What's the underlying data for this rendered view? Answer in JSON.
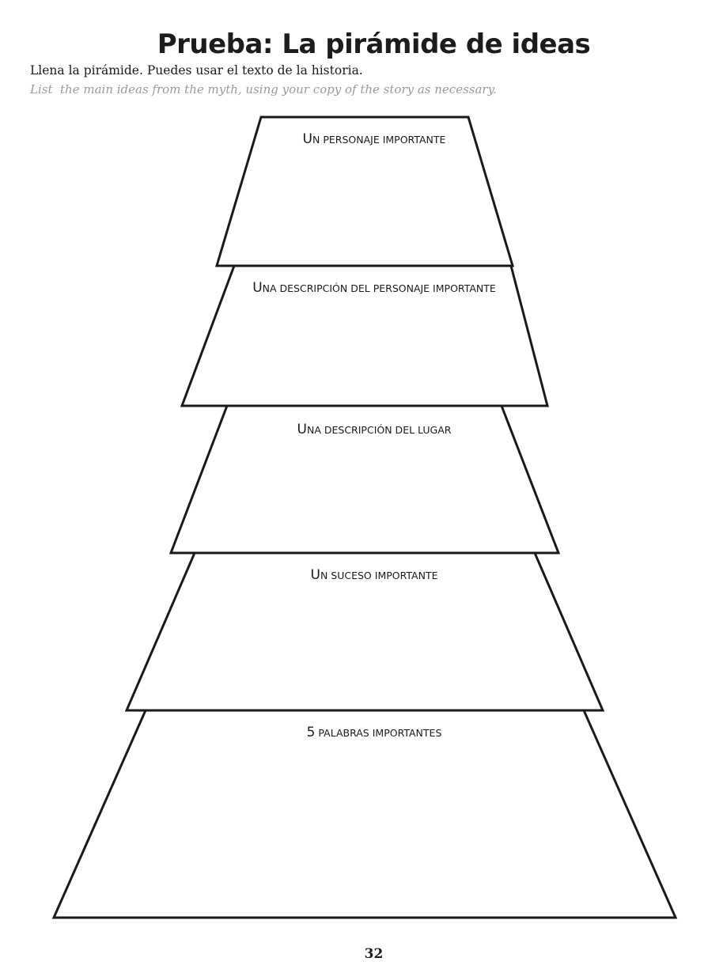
{
  "page": {
    "title": "Prueba: La pirámide de ideas",
    "instruction": "Llena la pirámide. Puedes usar el texto de la historia.",
    "instruction_en": "List  the main ideas from the myth, using your copy of the story as necessary.",
    "page_number": "32"
  },
  "pyramid": {
    "levels": [
      {
        "label": "Un personaje importante"
      },
      {
        "label": "Una descripción del personaje importante"
      },
      {
        "label": "Una descripción del lugar"
      },
      {
        "label": "Un suceso importante"
      },
      {
        "label": "5 palabras importantes"
      }
    ]
  }
}
